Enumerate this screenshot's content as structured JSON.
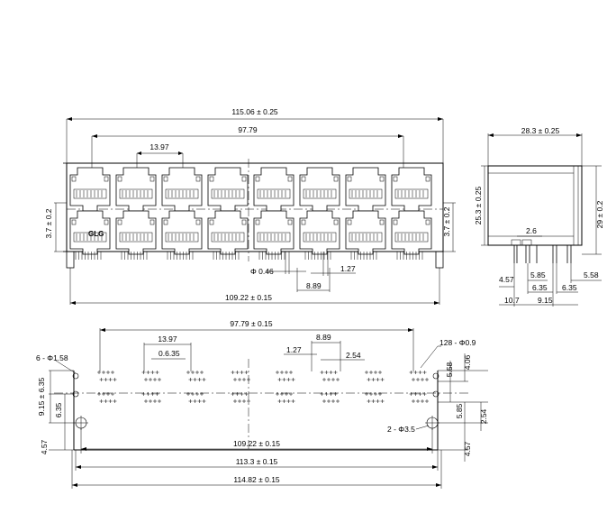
{
  "front_view": {
    "overall_width": "115.06 ± 0.25",
    "port_span": "97.79",
    "port_pitch": "13.97",
    "height_left": "3.7 ± 0.2",
    "height_right": "3.7 ± 0.2",
    "brand_mark": "GLG",
    "pin_diameter": "Φ 0.46",
    "pin_pitch": "1.27",
    "pin_offset": "8.89",
    "post_span": "109.22 ± 0.15"
  },
  "side_view": {
    "depth": "28.3 ± 0.25",
    "height_total": "25.3 ± 0.25",
    "height_body": "29 ± 0.2",
    "lead_pitch": "2.6",
    "standoff": "4.57",
    "dim_585": "5.85",
    "dim_558": "5.58",
    "dim_635a": "6.35",
    "dim_635b": "6.35",
    "dim_107": "10.7",
    "dim_915": "9.15"
  },
  "pcb_layout": {
    "span_9779": "97.79 ± 0.15",
    "pitch_1397": "13.97",
    "pitch_635": "0.6.35",
    "pitch_127": "1.27",
    "pitch_889": "8.89",
    "pitch_254": "2.54",
    "pin_holes": "128 - Φ0.9",
    "mount_holes": "6 - Φ1.58",
    "dim_left_915_635": "9.15 ± 6.35",
    "dim_left_635": "6.35",
    "dim_left_457": "4.57",
    "dim_r_406": "4.06",
    "dim_r_558": "5.58",
    "dim_r_585": "5.85",
    "dim_r_254": "2.54",
    "dim_r_457": "4.57",
    "post_holes": "2 - Φ3.5",
    "span_10922": "109.22 ± 0.15",
    "span_1133": "113.3 ± 0.15",
    "span_11482": "114.82 ± 0.15"
  }
}
